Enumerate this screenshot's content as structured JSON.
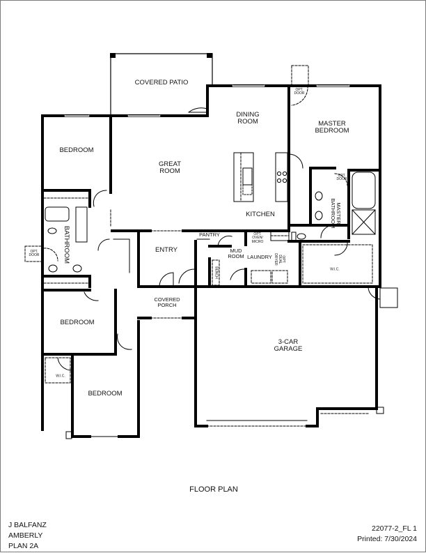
{
  "document": {
    "title": "FLOOR PLAN",
    "client": "J BALFANZ",
    "community": "AMBERLY",
    "plan": "PLAN 2A",
    "sheet_id": "22077-2_FL 1",
    "printed": "Printed: 7/30/2024"
  },
  "rooms": {
    "covered_patio": "COVERED PATIO",
    "dining_room": "DINING\nROOM",
    "master_bedroom": "MASTER\nBEDROOM",
    "bedroom_1": "BEDROOM",
    "great_room": "GREAT\nROOM",
    "kitchen": "KITCHEN",
    "bathroom": "BATHROOM",
    "master_bathroom": "MASTER\nBATHROOM",
    "entry": "ENTRY",
    "pantry": "PANTRY",
    "mud_room": "MUD\nROOM",
    "laundry": "LAUNDRY",
    "bench": "BENCH",
    "master_wic": "W.I.C.",
    "covered_porch": "COVERED\nPORCH",
    "bedroom_2": "BEDROOM",
    "bedroom_3": "BEDROOM",
    "bedroom_3_wic": "W.I.C.",
    "garage": "3-CAR\nGARAGE"
  },
  "annotations": {
    "opt_door_master": "OPT.\nDOOR",
    "opt_door_bath": "OPT.\nDOOR",
    "opt_door_master_bath": "OPT.\nDOOR",
    "opt_oven_micro": "OPT.\nOVEN/\nMICRO",
    "opt_dual_dryer": "OPT.\nDUAL\nDRYER"
  },
  "colors": {
    "wall": "#000000",
    "line": "#111111",
    "page_border": "#7a7a7a",
    "background": "#ffffff"
  }
}
